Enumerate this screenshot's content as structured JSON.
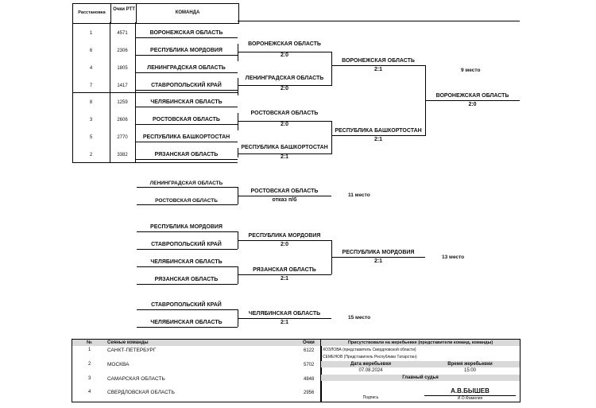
{
  "header": {
    "col_seed": "Расстановка",
    "col_points": "Очки РТТ",
    "col_team": "КОМАНДА"
  },
  "seeds": [
    {
      "seed": "1",
      "points": "4571",
      "team": "ВОРОНЕЖСКАЯ ОБЛАСТЬ"
    },
    {
      "seed": "6",
      "points": "2306",
      "team": "РЕСПУБЛИКА МОРДОВИЯ"
    },
    {
      "seed": "4",
      "points": "1805",
      "team": "ЛЕНИНГРАДСКАЯ ОБЛАСТЬ"
    },
    {
      "seed": "7",
      "points": "1417",
      "team": "СТАВРОПОЛЬСКИЙ КРАЙ"
    },
    {
      "seed": "8",
      "points": "1259",
      "team": "ЧЕЛЯБИНСКАЯ ОБЛАСТЬ"
    },
    {
      "seed": "3",
      "points": "2606",
      "team": "РОСТОВСКАЯ ОБЛАСТЬ"
    },
    {
      "seed": "5",
      "points": "2770",
      "team": "РЕСПУБЛИКА БАШКОРТОСТАН"
    },
    {
      "seed": "2",
      "points": "3382",
      "team": "РЯЗАНСКАЯ ОБЛАСТЬ"
    }
  ],
  "round2": [
    {
      "team": "ВОРОНЕЖСКАЯ ОБЛАСТЬ",
      "score": "2:0"
    },
    {
      "team": "ЛЕНИНГРАДСКАЯ ОБЛАСТЬ",
      "score": "2:0"
    },
    {
      "team": "РОСТОВСКАЯ ОБЛАСТЬ",
      "score": "2:0"
    },
    {
      "team": "РЕСПУБЛИКА БАШКОРТОСТАН",
      "score": "2:1"
    }
  ],
  "round3": [
    {
      "team": "ВОРОНЕЖСКАЯ ОБЛАСТЬ",
      "score": "2:1"
    },
    {
      "team": "РЕСПУБЛИКА БАШКОРТОСТАН",
      "score": "2:1"
    }
  ],
  "final": {
    "team": "ВОРОНЕЖСКАЯ ОБЛАСТЬ",
    "score": "2:0",
    "place": "9 место"
  },
  "b11": {
    "a": "ЛЕНИНГРАДСКАЯ ОБЛАСТЬ",
    "b": "РОСТОВСКАЯ ОБЛАСТЬ",
    "winner": "РОСТОВСКАЯ ОБЛАСТЬ",
    "score": "отказ п/б",
    "place": "11 место"
  },
  "b13": {
    "r1": [
      "РЕСПУБЛИКА МОРДОВИЯ",
      "СТАВРОПОЛЬСКИЙ КРАЙ",
      "ЧЕЛЯБИНСКАЯ ОБЛАСТЬ",
      "РЯЗАНСКАЯ ОБЛАСТЬ"
    ],
    "r2": [
      {
        "team": "РЕСПУБЛИКА МОРДОВИЯ",
        "score": "2:0"
      },
      {
        "team": "РЯЗАНСКАЯ ОБЛАСТЬ",
        "score": "2:1"
      }
    ],
    "final": {
      "team": "РЕСПУБЛИКА МОРДОВИЯ",
      "score": "2:1"
    },
    "place": "13 место"
  },
  "b15": {
    "a": "СТАВРОПОЛЬСКИЙ КРАЙ",
    "b": "ЧЕЛЯБИНСКАЯ ОБЛАСТЬ",
    "winner": "ЧЕЛЯБИНСКАЯ ОБЛАСТЬ",
    "score": "2:1",
    "place": "15 место"
  },
  "seeded": {
    "col_num": "№",
    "col_team": "Сеяные команды",
    "col_points": "Очки",
    "rows": [
      {
        "num": "1",
        "team": "САНКТ-ПЕТЕРБУРГ",
        "points": "6122"
      },
      {
        "num": "2",
        "team": "МОСКВА",
        "points": "5702"
      },
      {
        "num": "3",
        "team": "САМАРСКАЯ ОБЛАСТЬ",
        "points": "4848"
      },
      {
        "num": "4",
        "team": "СВЕРДЛОВСКАЯ ОБЛАСТЬ",
        "points": "2956"
      }
    ]
  },
  "draw": {
    "present_title": "Присутствовали на жеребьевке (представители команд, команды)",
    "present": [
      "ХОЗЛОВА (представитель Свердловской области)",
      "СЕМЕНОВ (Представитель Республики Татарстан)"
    ],
    "date_label": "Дата жеребьевки",
    "date": "07.08.2024",
    "time_label": "Время жеребьевки",
    "time": "15:00",
    "judge_label": "Главный судья",
    "sign_label": "Подпись",
    "judge_name": "А.В.БЫШЕВ",
    "judge_sub": "И.О.Фамилия"
  }
}
